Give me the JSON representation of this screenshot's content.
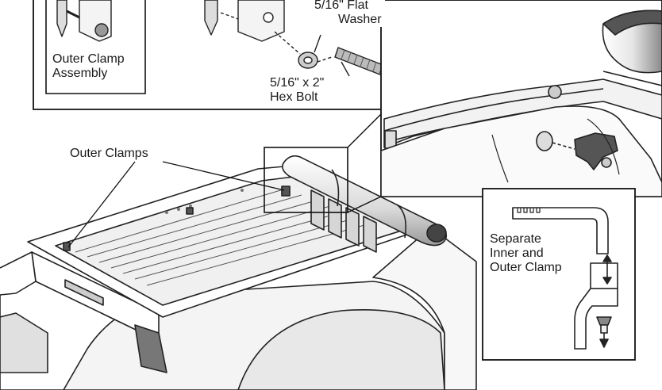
{
  "labels": {
    "outer_clamp_assembly": [
      "Outer Clamp",
      "Assembly"
    ],
    "flat_washer": [
      "5/16\" Flat",
      "Washer"
    ],
    "hex_bolt": [
      "5/16\" x 2\"",
      "Hex Bolt"
    ],
    "outer_clamps": "Outer Clamps",
    "separate_clamp": [
      "Separate",
      "Inner and",
      "Outer Clamp"
    ]
  },
  "colors": {
    "line": "#222222",
    "fill_light": "#f2f2f2",
    "fill_mid": "#bdbdbd",
    "fill_dark": "#6b6b6b"
  }
}
